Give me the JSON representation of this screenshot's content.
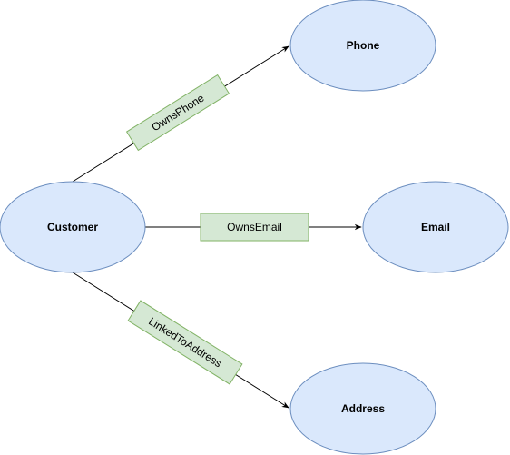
{
  "nodes": {
    "customer": {
      "label": "Customer"
    },
    "phone": {
      "label": "Phone"
    },
    "email": {
      "label": "Email"
    },
    "address": {
      "label": "Address"
    }
  },
  "edges": {
    "owns_phone": {
      "label": "OwnsPhone"
    },
    "owns_email": {
      "label": "OwnsEmail"
    },
    "linked_to_address": {
      "label": "LinkedToAddress"
    }
  },
  "colors": {
    "node_fill": "#dae8fc",
    "node_stroke": "#6c8ebf",
    "edge_label_fill": "#d5e8d4",
    "edge_label_stroke": "#82b366",
    "line": "#000000"
  }
}
